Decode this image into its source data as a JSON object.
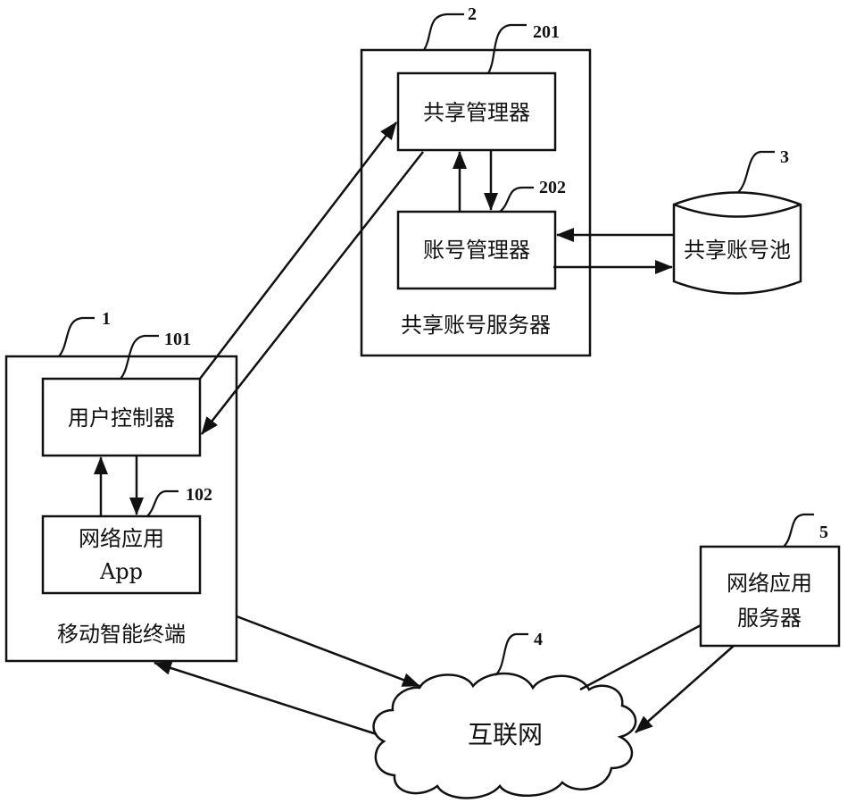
{
  "diagram": {
    "nodes": {
      "server": {
        "id": "2",
        "label": "共享账号服务器"
      },
      "share_manager": {
        "id": "201",
        "label": "共享管理器"
      },
      "account_manager": {
        "id": "202",
        "label": "账号管理器"
      },
      "pool": {
        "id": "3",
        "label": "共享账号池"
      },
      "terminal": {
        "id": "1",
        "label": "移动智能终端"
      },
      "user_controller": {
        "id": "101",
        "label": "用户控制器"
      },
      "network_app": {
        "id": "102",
        "label_line1": "网络应用",
        "label_line2": "App"
      },
      "internet": {
        "id": "4",
        "label": "互联网"
      },
      "app_server": {
        "id": "5",
        "label_line1": "网络应用",
        "label_line2": "服务器"
      }
    },
    "edges": [
      {
        "from": "101",
        "to": "201"
      },
      {
        "from": "201",
        "to": "101"
      },
      {
        "from": "202",
        "to": "201"
      },
      {
        "from": "201",
        "to": "202"
      },
      {
        "from": "3",
        "to": "202"
      },
      {
        "from": "202",
        "to": "3"
      },
      {
        "from": "101",
        "to": "102"
      },
      {
        "from": "102",
        "to": "101"
      },
      {
        "from": "1",
        "to": "4"
      },
      {
        "from": "4",
        "to": "1"
      },
      {
        "from": "5",
        "to": "4"
      },
      {
        "from": "4",
        "to": "5"
      }
    ]
  }
}
